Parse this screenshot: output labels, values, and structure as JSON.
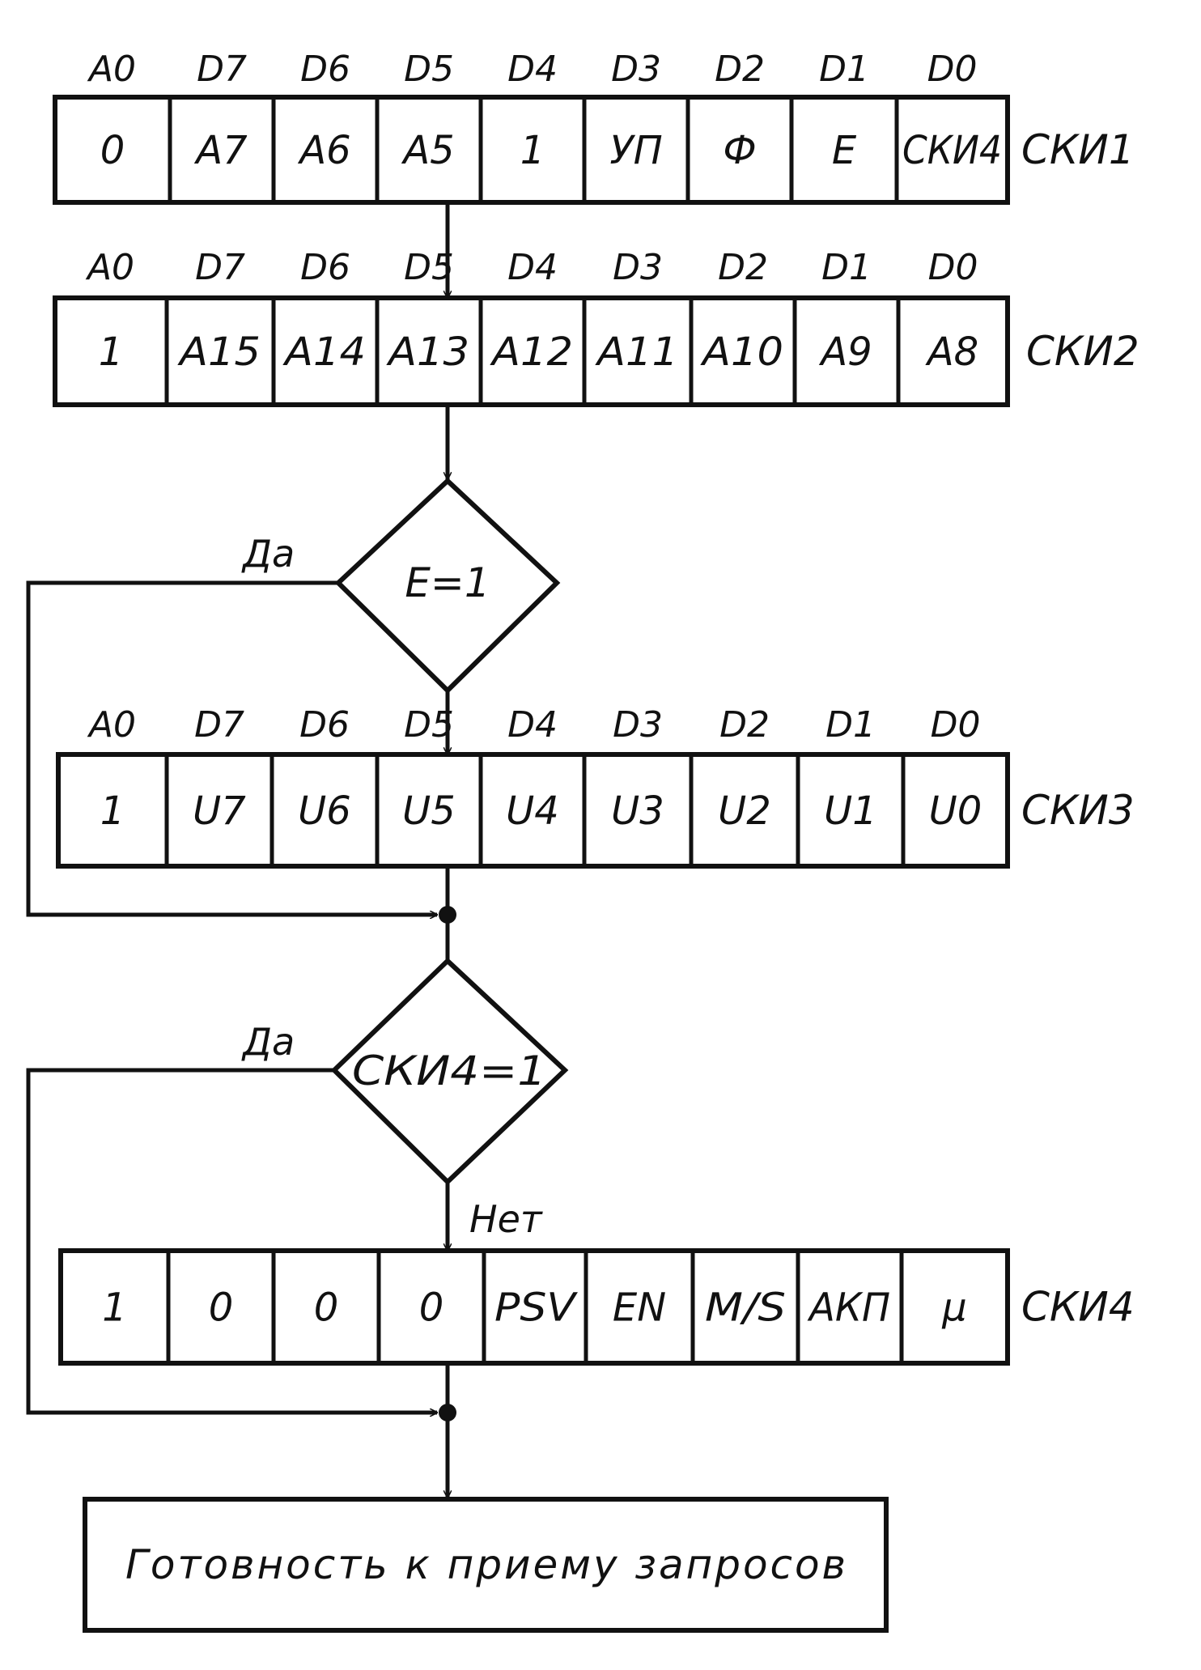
{
  "registers": [
    {
      "name": "СКИ1",
      "headers": [
        "A0",
        "D7",
        "D6",
        "D5",
        "D4",
        "D3",
        "D2",
        "D1",
        "D0"
      ],
      "cells": [
        "0",
        "A7",
        "A6",
        "A5",
        "1",
        "УП",
        "Ф",
        "E",
        "СКИ4"
      ]
    },
    {
      "name": "СКИ2",
      "headers": [
        "A0",
        "D7",
        "D6",
        "D5",
        "D4",
        "D3",
        "D2",
        "D1",
        "D0"
      ],
      "cells": [
        "1",
        "A15",
        "A14",
        "A13",
        "A12",
        "A11",
        "A10",
        "A9",
        "A8"
      ]
    },
    {
      "name": "СКИ3",
      "headers": [
        "A0",
        "D7",
        "D6",
        "D5",
        "D4",
        "D3",
        "D2",
        "D1",
        "D0"
      ],
      "cells": [
        "1",
        "U7",
        "U6",
        "U5",
        "U4",
        "U3",
        "U2",
        "U1",
        "U0"
      ]
    },
    {
      "name": "СКИ4",
      "headers": [],
      "cells": [
        "1",
        "0",
        "0",
        "0",
        "PSV",
        "EN",
        "M/S",
        "АКП",
        "μ"
      ]
    }
  ],
  "decisions": [
    {
      "condition": "E=1",
      "yes_label": "Да",
      "no_label": ""
    },
    {
      "condition": "СКИ4=1",
      "yes_label": "Да",
      "no_label": "Нет"
    }
  ],
  "final_box": {
    "text": "Готовность к приему запросов"
  }
}
